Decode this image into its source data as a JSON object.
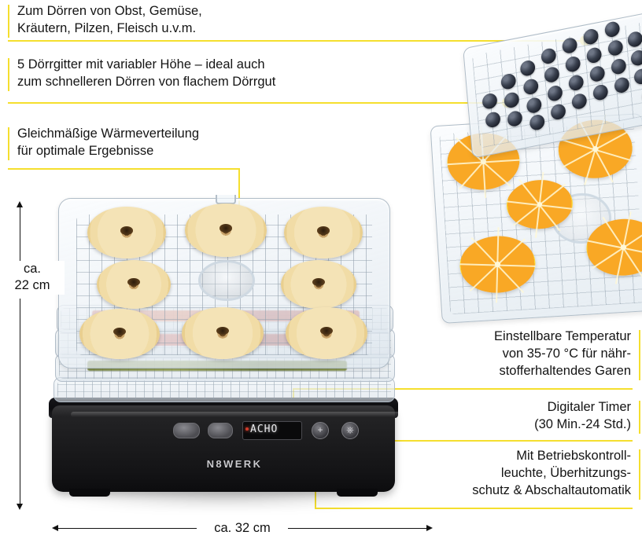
{
  "product": {
    "brand": "N8WERK",
    "display_value": "ACHO",
    "type": "food-dehydrator"
  },
  "callouts": [
    {
      "id": "uses",
      "text": "Zum Dörren von Obst, Gemüse,\nKräutern, Pilzen, Fleisch u.v.m.",
      "side": "left"
    },
    {
      "id": "trays",
      "text": "5 Dörrgitter mit variabler Höhe – ideal auch\nzum schnelleren Dörren von flachem Dörrgut",
      "side": "left"
    },
    {
      "id": "heat",
      "text": "Gleichmäßige Wärmeverteilung\nfür optimale Ergebnisse",
      "side": "left"
    },
    {
      "id": "temperature",
      "text": "Einstellbare Temperatur\nvon 35-70 °C für nähr-\nstofferhaltendes Garen",
      "side": "right"
    },
    {
      "id": "timer",
      "text": "Digitaler Timer\n(30 Min.-24 Std.)",
      "side": "right"
    },
    {
      "id": "safety",
      "text": "Mit Betriebskontroll-\nleuchte, Überhitzungs-\nschutz & Abschaltautomatik",
      "side": "right"
    }
  ],
  "dimensions": {
    "height": "ca.\n22 cm",
    "width": "ca. 32 cm"
  },
  "colors": {
    "accent_line": "#f5df2e",
    "accent_dot": "#ffd600",
    "base_black": "#16161a",
    "orange_flesh": "#f9a825",
    "berry_blue": "#39404e",
    "text": "#141414"
  }
}
